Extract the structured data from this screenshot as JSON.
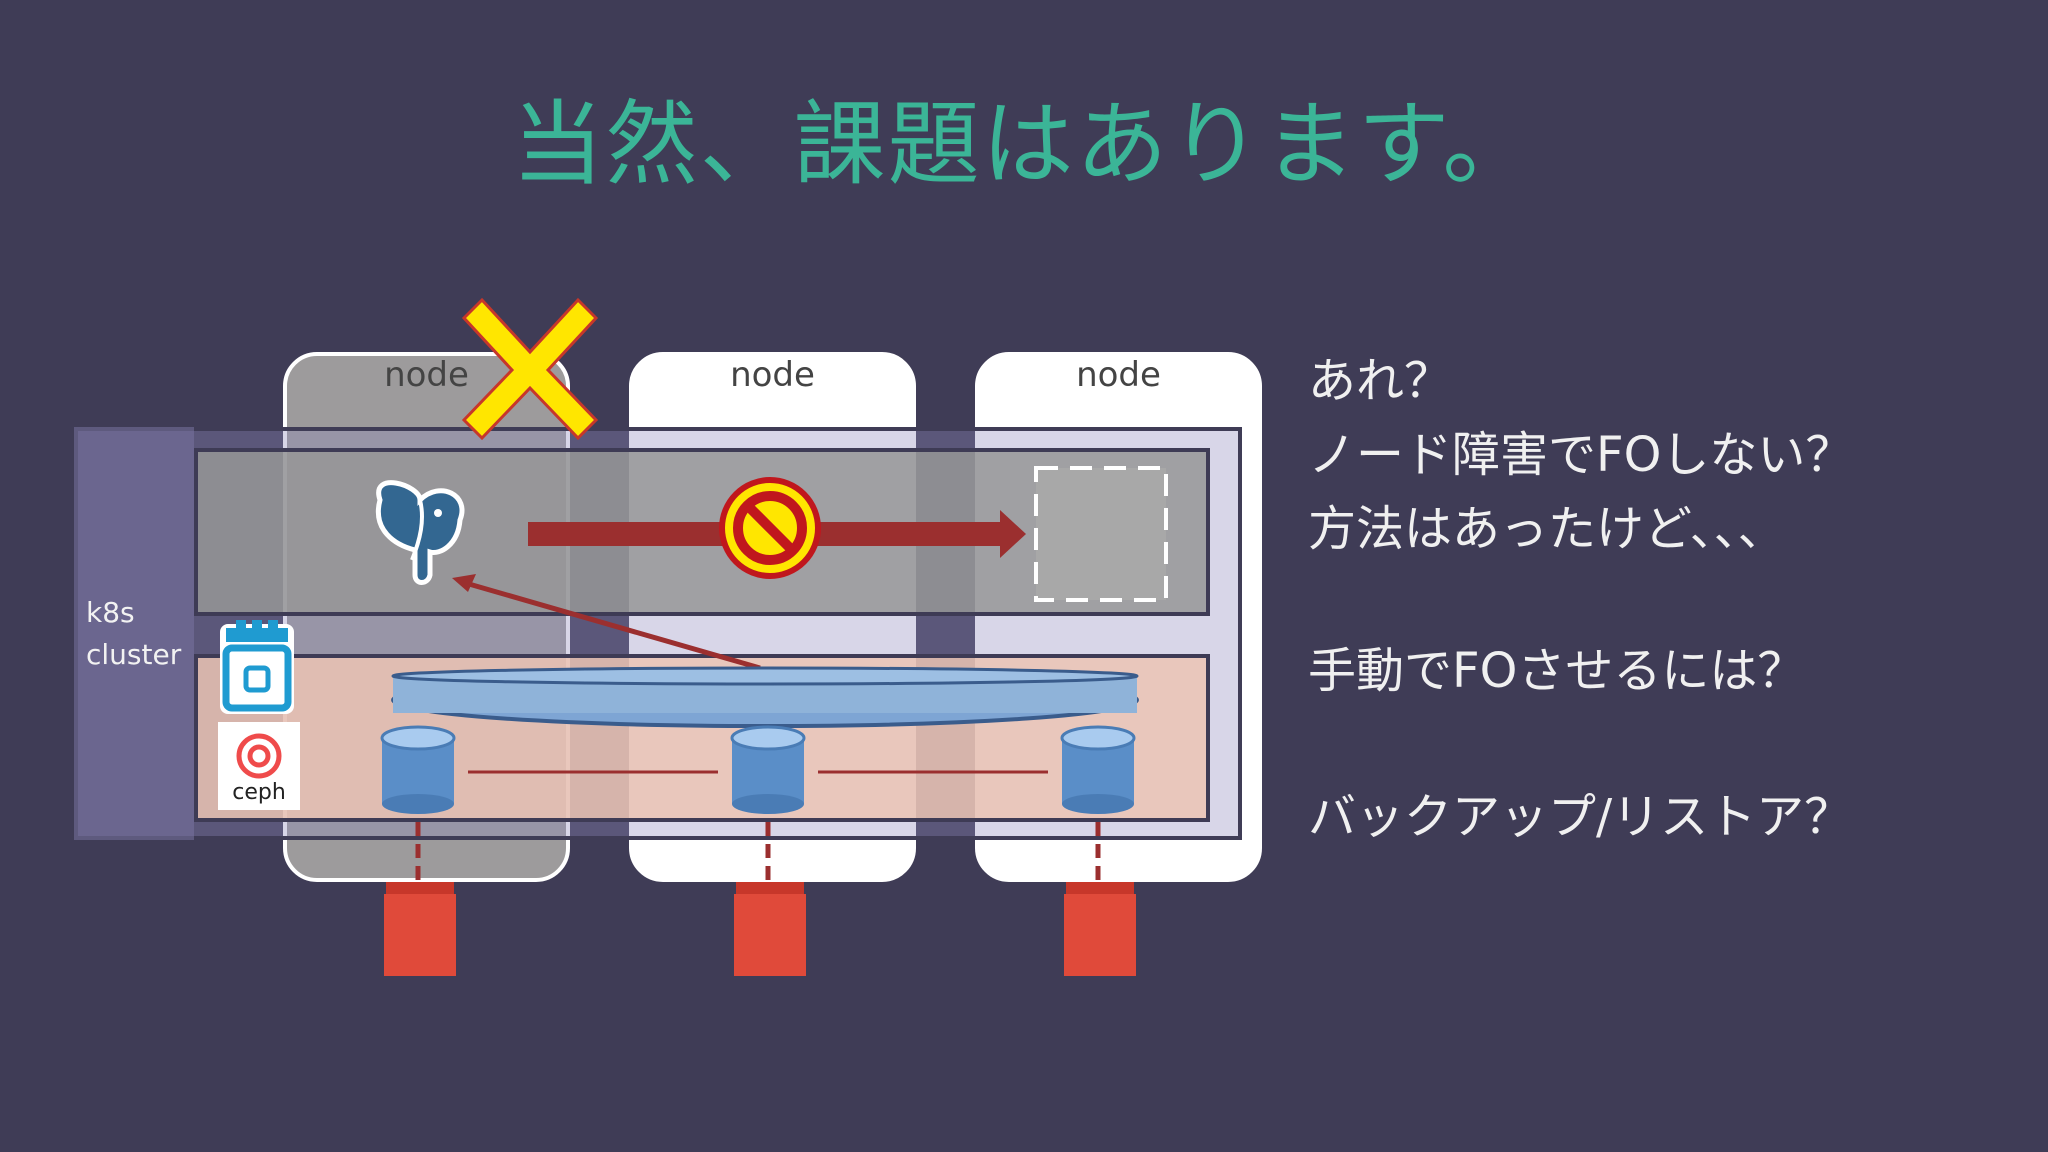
{
  "slide": {
    "title": "当然、課題はあります。",
    "cluster_label_line1": "k8s",
    "cluster_label_line2": "cluster",
    "nodes": [
      {
        "label": "node",
        "state": "failed"
      },
      {
        "label": "node",
        "state": "ok"
      },
      {
        "label": "node",
        "state": "ok"
      }
    ],
    "ceph_label": "ceph",
    "right_text": {
      "line1": "あれ？",
      "line2": "ノード障害でFOしない？",
      "line3": "方法はあったけど、、、",
      "line4": "手動でFOさせるには？",
      "line5": "バックアップ/リストア？"
    }
  },
  "colors": {
    "background": "#3f3c56",
    "title": "#3bb597",
    "arrow": "#9b2f2f",
    "disk": "#e04a3a",
    "volume": "#8fb3d9",
    "forbidden": "#ffe600",
    "forbidden_ring": "#c0171d",
    "x_mark": "#ffe600"
  },
  "icons": {
    "failed_node_marker": "x-mark-icon",
    "postgres": "postgresql-elephant-icon",
    "blocked": "prohibited-icon",
    "rook": "rook-castle-icon",
    "ceph": "ceph-logo-icon",
    "storage": "cylinder-disk-icon",
    "physical_disk": "block-device-icon"
  }
}
